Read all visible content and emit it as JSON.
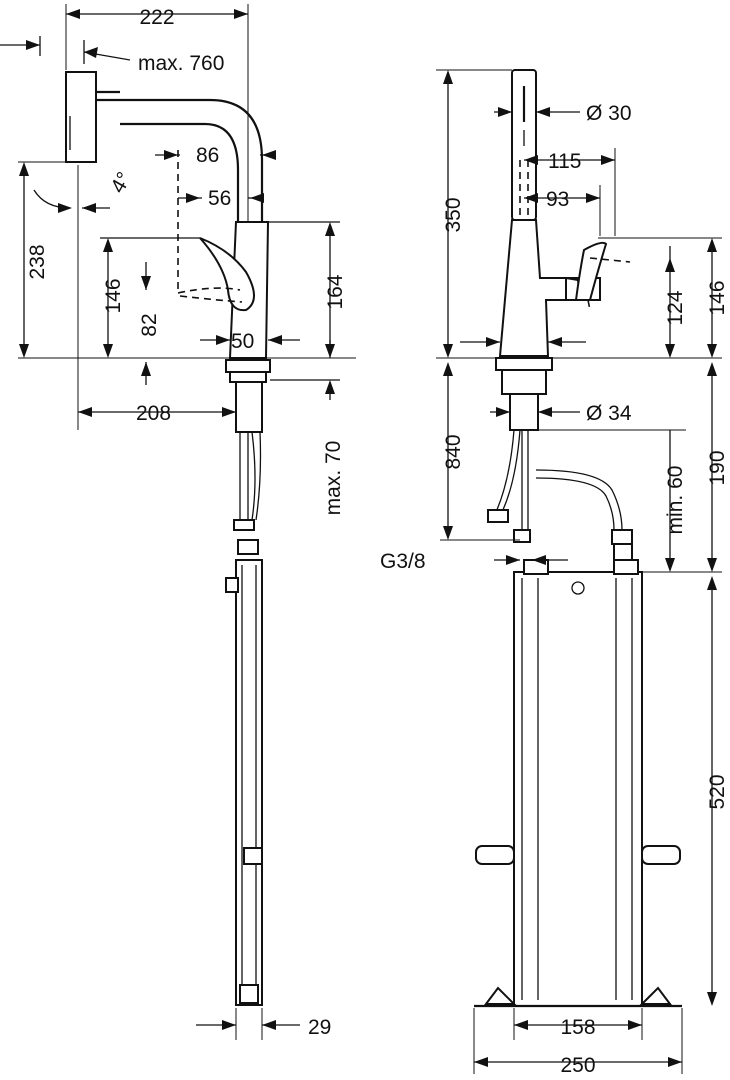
{
  "drawing": {
    "side_view": {
      "overall_width": "222",
      "pullout_length": "max. 760",
      "swivel_angle": "4°",
      "spout_reach_upper": "86",
      "spout_reach_lower": "56",
      "spout_height": "238",
      "lever_height": "146",
      "lever_clearance": "82",
      "handle_height": "164",
      "base_diameter": "50",
      "projection": "208",
      "counter_thickness": "max. 70",
      "box_depth": "29"
    },
    "front_view": {
      "total_height": "350",
      "spout_diameter": "Ø 30",
      "handle_reach": "115",
      "handle_offset": "93",
      "lever_height": "124",
      "handle_height": "146",
      "shank_diameter": "Ø 34",
      "hose_length": "840",
      "hose_bend": "min. 60",
      "hose_clearance": "190",
      "connection_thread": "G3/8",
      "box_height": "520",
      "box_inner_width": "158",
      "box_width": "250"
    }
  }
}
